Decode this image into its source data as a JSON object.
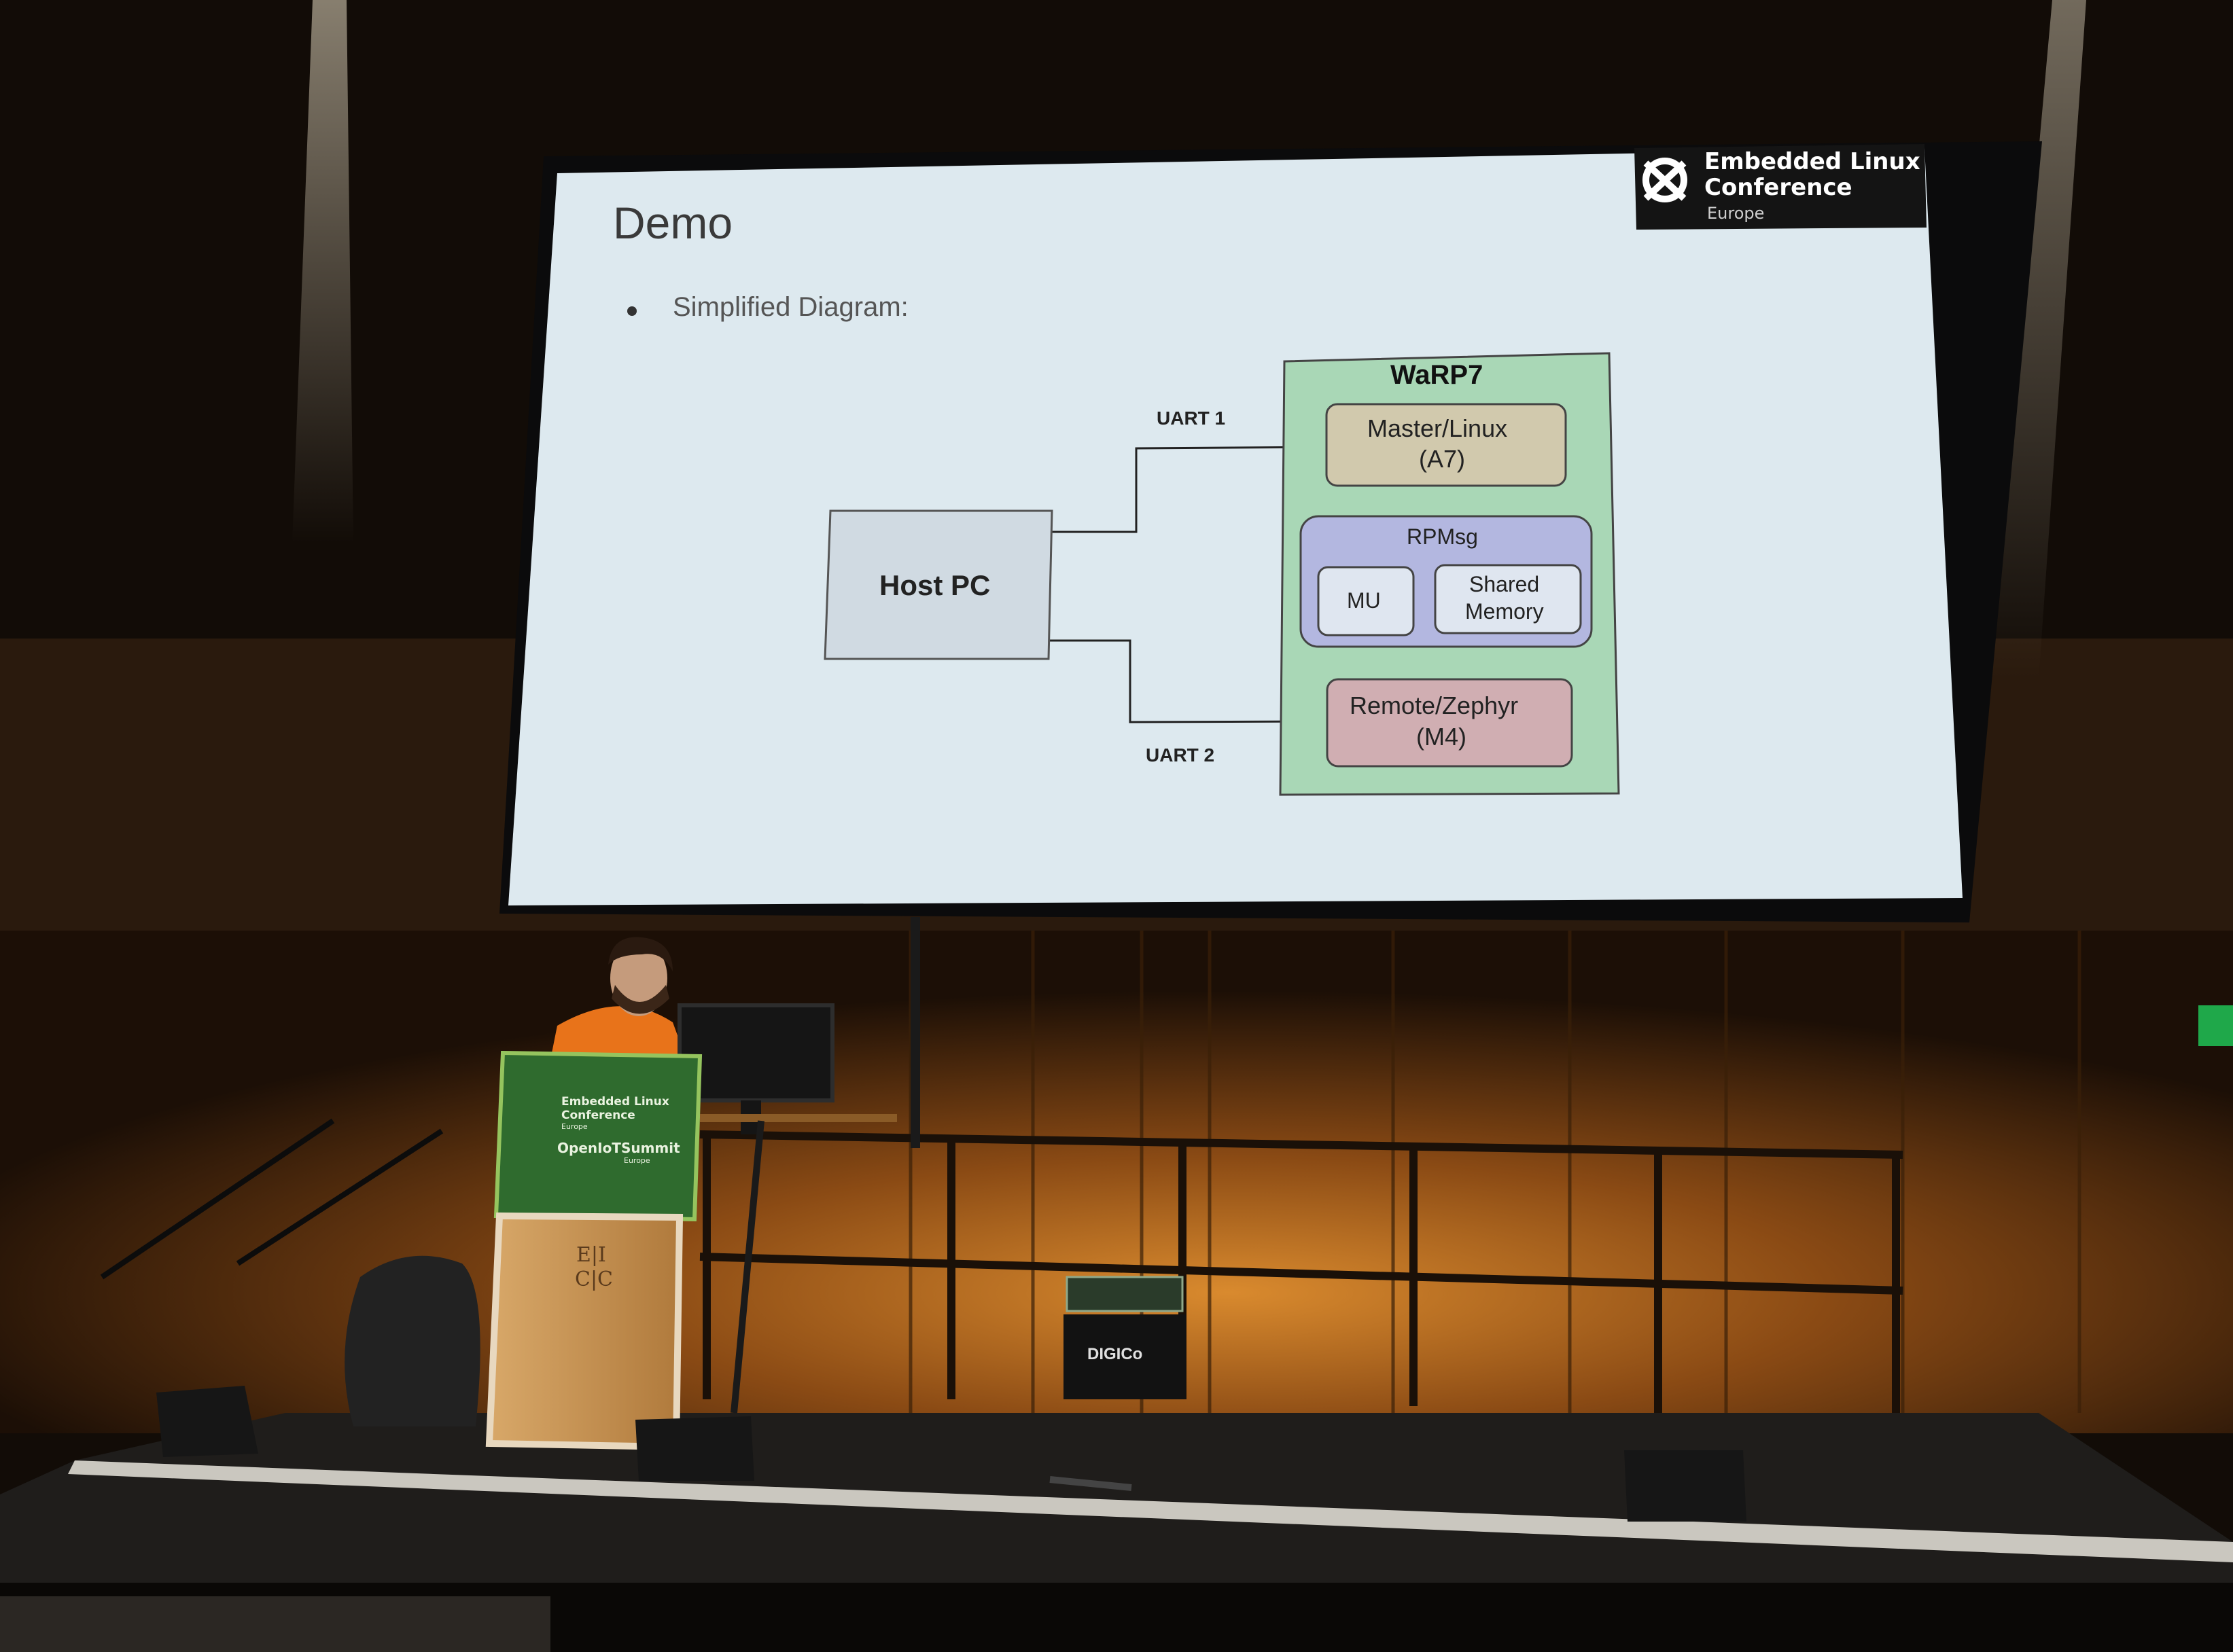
{
  "slide": {
    "title": "Demo",
    "bullet": "Simplified Diagram:",
    "logo": {
      "line1": "Embedded Linux",
      "line2": "Conference",
      "line3": "Europe"
    }
  },
  "diagram": {
    "host": "Host PC",
    "warp": "WaRP7",
    "master_line1": "Master/Linux",
    "master_line2": "(A7)",
    "rpmsg": "RPMsg",
    "mu": "MU",
    "shared_line1": "Shared",
    "shared_line2": "Memory",
    "remote_line1": "Remote/Zephyr",
    "remote_line2": "(M4)",
    "uart1": "UART 1",
    "uart2": "UART 2"
  },
  "podium": {
    "elc_line1": "Embedded Linux",
    "elc_line2": "Conference",
    "elc_line3": "Europe",
    "oiot_line1": "OpenIoTSummit",
    "oiot_line2": "Europe",
    "eicc_line1": "E|I",
    "eicc_line2": "C|C"
  },
  "equipment": {
    "brand": "DIGICo"
  },
  "colors": {
    "slide_bg": "#dde9ef",
    "warp_green": "#a9d7b6",
    "master_tan": "#d1c9ad",
    "rpmsg_purple": "#b3b7e0",
    "remote_mauve": "#d0aeb2",
    "host_gray": "#d0dae2",
    "podium_green": "#2f6b2e",
    "stage_wood": "#b86c22"
  }
}
